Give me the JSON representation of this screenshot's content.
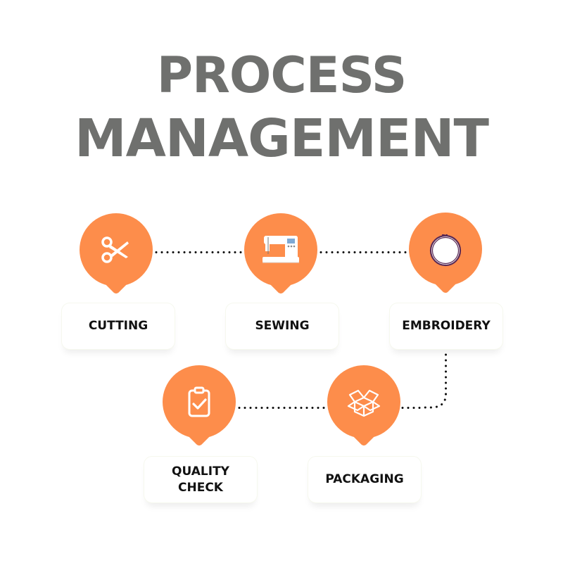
{
  "title": {
    "line1": "PROCESS",
    "line2": "MANAGEMENT",
    "color": "#6f706e"
  },
  "accent_color": "#fd8d4b",
  "steps": [
    {
      "label": "CUTTING",
      "icon": "scissors-icon"
    },
    {
      "label": "SEWING",
      "icon": "sewing-machine-icon"
    },
    {
      "label": "EMBROIDERY",
      "icon": "embroidery-hoop-icon"
    },
    {
      "label": "QUALITY\nCHECK",
      "icon": "clipboard-check-icon"
    },
    {
      "label": "PACKAGING",
      "icon": "open-box-icon"
    }
  ],
  "connectors": [
    {
      "from": "CUTTING",
      "to": "SEWING",
      "style": "dotted"
    },
    {
      "from": "SEWING",
      "to": "EMBROIDERY",
      "style": "dotted"
    },
    {
      "from": "EMBROIDERY",
      "to": "PACKAGING",
      "style": "dotted"
    },
    {
      "from": "PACKAGING",
      "to": "QUALITY CHECK",
      "style": "dotted"
    }
  ]
}
